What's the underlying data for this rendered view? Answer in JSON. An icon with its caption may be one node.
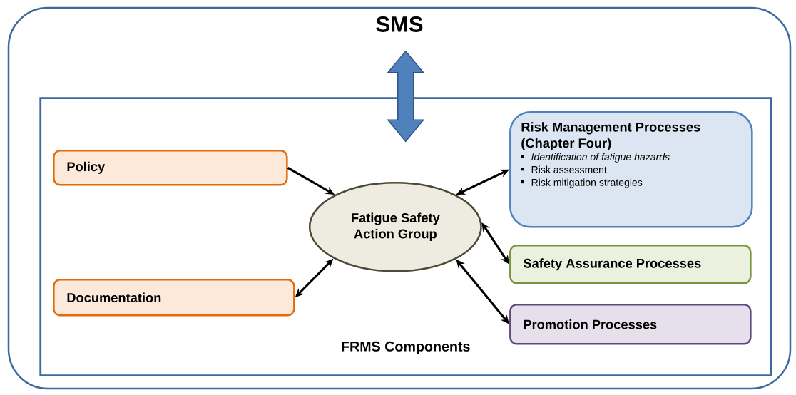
{
  "diagram": {
    "nodes": [
      {
        "text": [
          "SMS"
        ]
      },
      {
        "text": [
          "FRMS Components"
        ],
        "in": 0
      },
      {
        "text": [
          "Policy"
        ],
        "in": 1
      },
      {
        "text": [
          "Documentation"
        ],
        "in": 1
      },
      {
        "text": [
          "Fatigue Safety Action Group"
        ],
        "in": 1
      },
      {
        "text": [
          "Risk Management Processes (Chapter Four)",
          "Identification of fatigue hazards",
          "Risk assessment",
          "Risk mitigation strategies"
        ],
        "in": 1
      },
      {
        "text": [
          "Safety Assurance Processes"
        ],
        "in": 1
      },
      {
        "text": [
          "Promotion Processes"
        ],
        "in": 1
      }
    ],
    "edges": [
      {
        "from": 0,
        "to": 1,
        "arrow": "both",
        "style": "thick",
        "color": "#4f81bd"
      },
      {
        "from": 2,
        "to": 4,
        "arrow": "to"
      },
      {
        "from": 3,
        "to": 4,
        "arrow": "both"
      },
      {
        "from": 5,
        "to": 4,
        "arrow": "both"
      },
      {
        "from": 6,
        "to": 4,
        "arrow": "both"
      },
      {
        "from": 7,
        "to": 4,
        "arrow": "both"
      }
    ]
  }
}
